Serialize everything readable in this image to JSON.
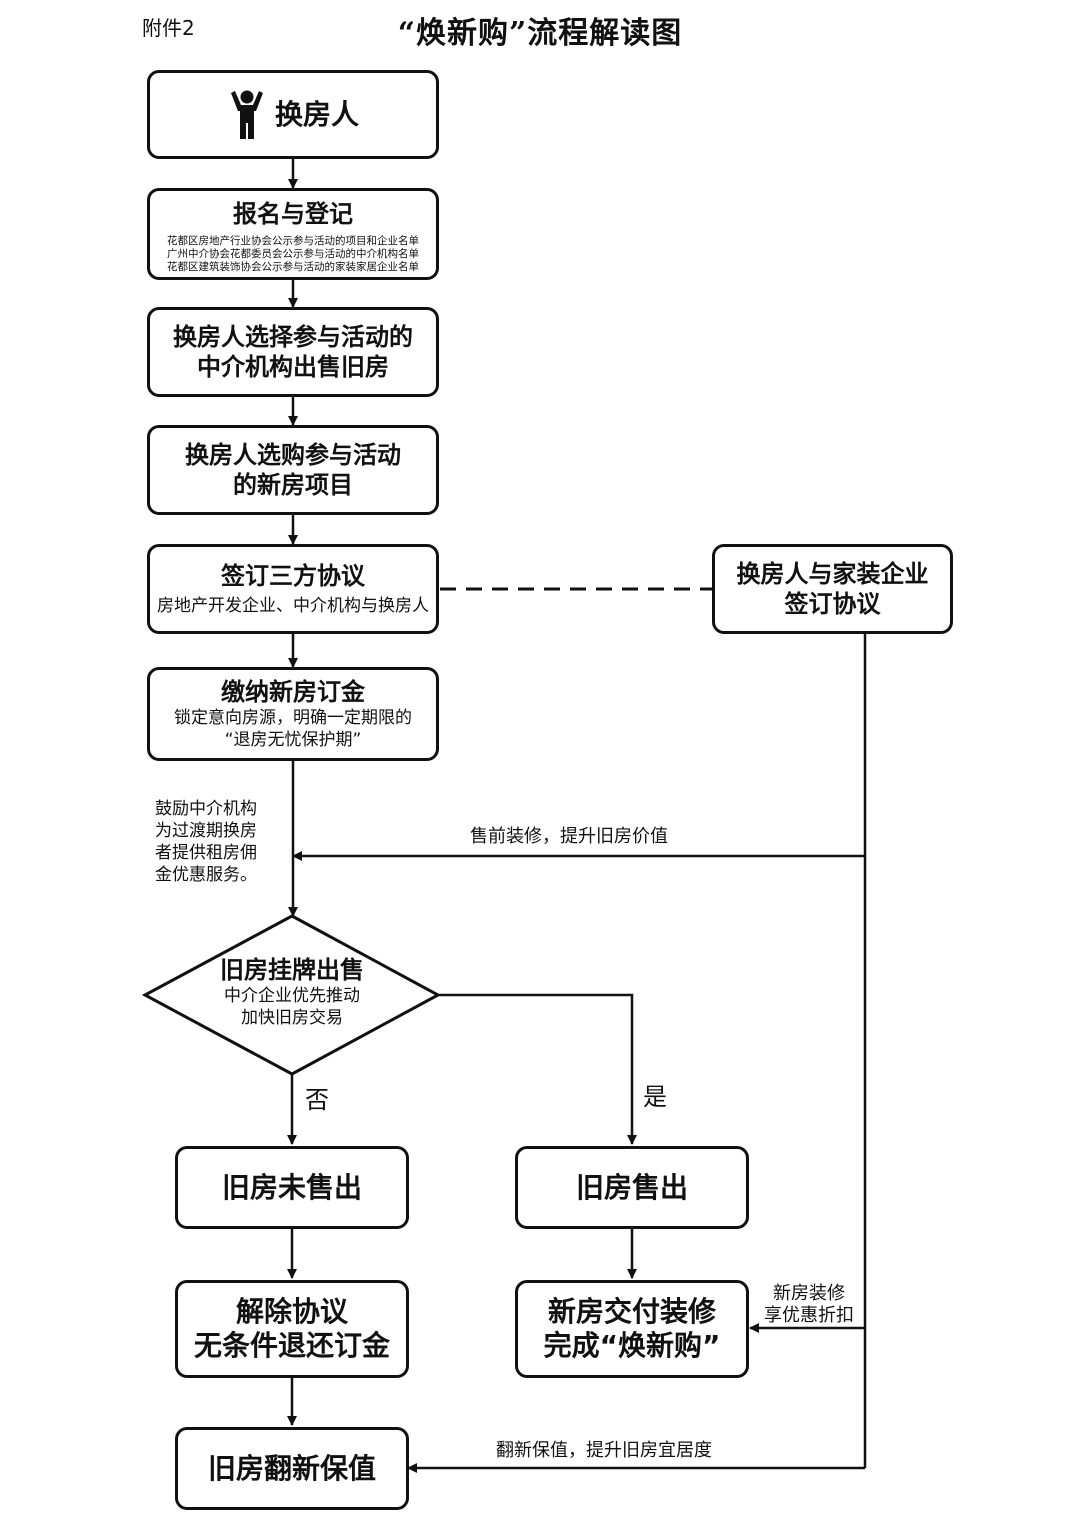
{
  "header": {
    "attachment_label": "附件2",
    "title": "“焕新购”流程解读图"
  },
  "nodes": {
    "start": {
      "title": "换房人"
    },
    "register": {
      "title": "报名与登记",
      "lines": [
        "花都区房地产行业协会公示参与活动的项目和企业名单",
        "广州中介协会花都委员会公示参与活动的中介机构名单",
        "花都区建筑装饰协会公示参与活动的家装家居企业名单"
      ]
    },
    "choose_agency": {
      "line1": "换房人选择参与活动的",
      "line2": "中介机构出售旧房"
    },
    "choose_new": {
      "line1": "换房人选购参与活动",
      "line2": "的新房项目"
    },
    "tripartite": {
      "title": "签订三方协议",
      "subtitle": "房地产开发企业、中介机构与换房人"
    },
    "home_deco": {
      "line1": "换房人与家装企业",
      "line2": "签订协议"
    },
    "deposit": {
      "title": "缴纳新房订金",
      "line1": "锁定意向房源，明确一定期限的",
      "line2": "“退房无忧保护期”"
    },
    "listing": {
      "title": "旧房挂牌出售",
      "line1": "中介企业优先推动",
      "line2": "加快旧房交易"
    },
    "unsold": {
      "title": "旧房未售出"
    },
    "sold": {
      "title": "旧房售出"
    },
    "cancel": {
      "line1": "解除协议",
      "line2": "无条件退还订金"
    },
    "complete": {
      "line1": "新房交付装修",
      "line2": "完成“焕新购”"
    },
    "renovate": {
      "title": "旧房翻新保值"
    }
  },
  "annotations": {
    "encourage": [
      "鼓励中介机构",
      "为过渡期换房",
      "者提供租房佣",
      "金优惠服务。"
    ],
    "pre_sale_deco": "售前装修，提升旧房价值",
    "no": "否",
    "yes": "是",
    "discount": [
      "新房装修",
      "享优惠折扣"
    ],
    "refurbish": "翻新保值，提升旧房宜居度"
  }
}
